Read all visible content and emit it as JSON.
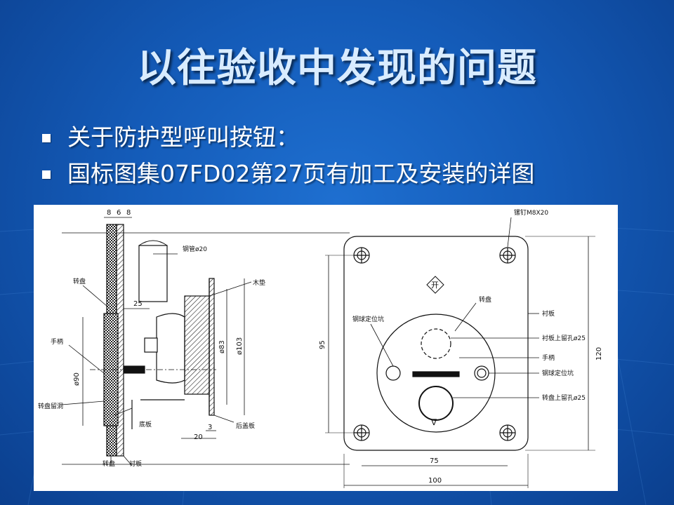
{
  "slide": {
    "title": "以往验收中发现的问题",
    "bullets": [
      "关于防护型呼叫按钮：",
      "国标图集07FD02第27页有加工及安装的详图"
    ]
  },
  "drawing": {
    "side_view": {
      "dim_top": [
        "8",
        "6",
        "8"
      ],
      "dim_25": "25",
      "dim_20": "20",
      "dim_3": "3",
      "dim_phi90": "ø90",
      "dim_phi83": "ø83",
      "dim_phi103": "ø103",
      "label_steel_pipe": "钢管ø20",
      "label_wood_pad": "木垫",
      "label_turntable": "转盘",
      "label_handle": "手柄",
      "label_turntable_hole": "转盘留洞",
      "label_bottom_plate": "底板",
      "label_back_cover": "后盖板",
      "label_turntable_bottom": "转盘",
      "label_liner_bottom": "衬板"
    },
    "front_view": {
      "label_screw": "镙钉M8X20",
      "open_symbol": "开",
      "label_turntable": "转盘",
      "label_liner": "衬板",
      "label_ball_pit_left": "钢球定位坑",
      "label_liner_hole": "衬板上留孔ø25",
      "label_handle": "手柄",
      "label_ball_pit_right": "钢球定位坑",
      "label_turntable_hole": "转盘上留孔ø25",
      "dim_95": "95",
      "dim_120": "120",
      "dim_75": "75",
      "dim_100": "100",
      "arrow_symbol": "∇"
    }
  },
  "colors": {
    "background_center": "#1e6fd0",
    "background_edge": "#0b3f8e",
    "title_text": "#d9ecff",
    "body_text": "#ffffff"
  }
}
